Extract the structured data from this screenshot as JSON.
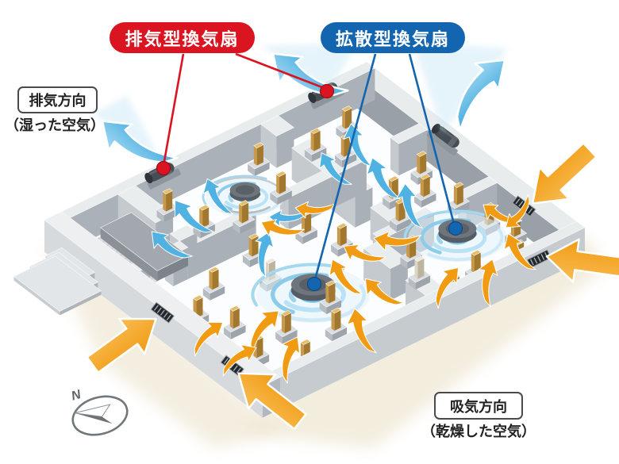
{
  "annotations": {
    "exhaust_fan_label": {
      "text": "排気型換気扇"
    },
    "diffusion_fan_label": {
      "text": "拡散型換気扇"
    },
    "exhaust_direction": {
      "box_text": "排気方向",
      "sub_text": "（湿った空気）"
    },
    "intake_direction": {
      "box_text": "吸気方向",
      "sub_text": "（乾燥した空気）"
    }
  },
  "compass": {
    "label": "N",
    "icon": "compass-north-arrow-icon"
  },
  "colors": {
    "background": "#ffffff",
    "exhaust_label_bg": "#da1420",
    "diffusion_label_bg": "#1465af",
    "label_text": "#ffffff",
    "direction_label_border": "#4a4a4a",
    "direction_label_text": "#222222",
    "leader_red": "#da1420",
    "leader_blue": "#1465af",
    "intake_arrow": "#f19b13",
    "intake_arrow_light": "#f8bc52",
    "exhaust_air_arrow": "#45abdf",
    "exhaust_air_arrow_light": "#a5daf3",
    "airflow_blue": "#4fb2e2",
    "swirl_blue": "#8ccbe9",
    "concrete_top": "#e9eced",
    "concrete_light": "#d3d7da",
    "concrete_mid": "#b2b8be",
    "concrete_dark": "#99a0a8",
    "fan_body": "#454c53",
    "wood_post": "#c8994a",
    "shadow_warm": "#efe7d3"
  },
  "icons": {
    "compass-north-arrow-icon": "tilted ellipse with north arrow",
    "exhaust-fan-icon": "wall-mounted cylinder fan",
    "diffusion-fan-icon": "floor disc fan with swirl",
    "swirl-airflow-icon": "spiral arc set",
    "wall-vent-icon": "louvered slot in foundation wall",
    "wood-post-icon": "wood floor-support post on concrete base",
    "intake-arrow-icon": "thick orange arrow",
    "exhaust-air-arrow-icon": "thick light-blue curved arrow",
    "airflow-arrow-icon": "small curved air arrow",
    "leader-line": "annotation leader line",
    "connector-dot": "leader end dot"
  }
}
